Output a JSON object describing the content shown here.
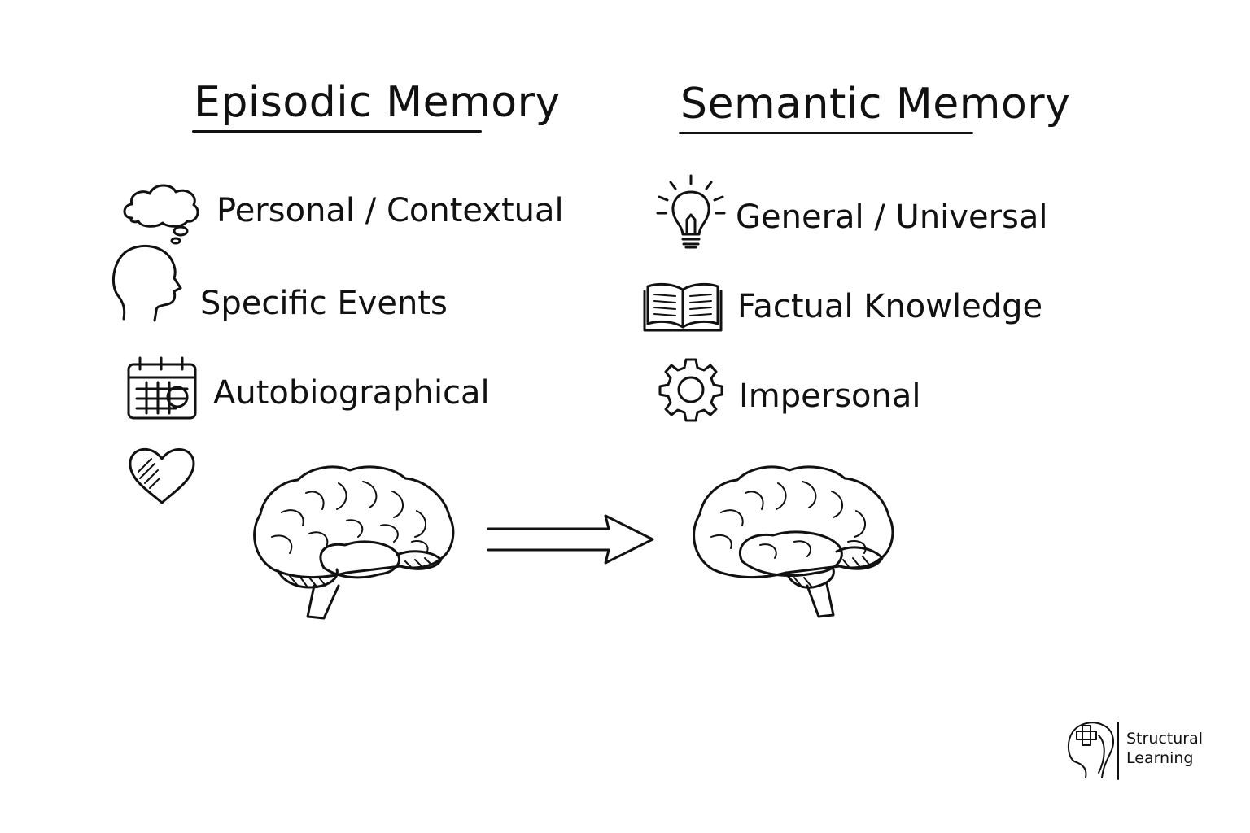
{
  "episodic": {
    "title": "Episodic Memory",
    "items": [
      {
        "label": "Personal / Contextual",
        "icon": "thought-bubble-icon"
      },
      {
        "label": "Specific Events",
        "icon": "head-profile-icon"
      },
      {
        "label": "Autobiographical",
        "icon": "calendar-icon"
      },
      {
        "label": "",
        "icon": "heart-icon"
      }
    ]
  },
  "semantic": {
    "title": "Semantic Memory",
    "items": [
      {
        "label": "General / Universal",
        "icon": "lightbulb-icon"
      },
      {
        "label": "Factual Knowledge",
        "icon": "open-book-icon"
      },
      {
        "label": "Impersonal",
        "icon": "gear-icon"
      }
    ]
  },
  "transition": {
    "icon": "arrow-right-icon"
  },
  "logo": {
    "line1": "Structural",
    "line2": "Learning"
  }
}
